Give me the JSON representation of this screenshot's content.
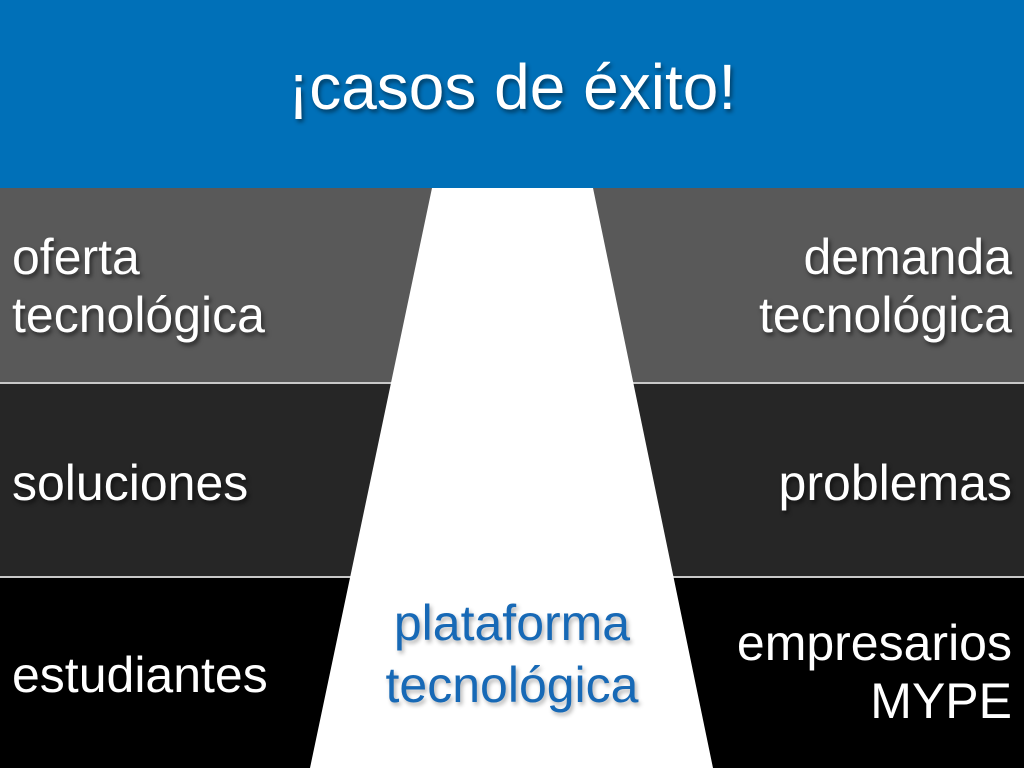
{
  "title": "¡casos de éxito!",
  "colors": {
    "header": "#0070b8",
    "row1": "#595959",
    "row2": "#262626",
    "row3": "#000000",
    "road": "#ffffff",
    "center_text": "#1769b6"
  },
  "rows": [
    {
      "left": "oferta\ntecnológica",
      "right": "demanda\ntecnológica"
    },
    {
      "left": "soluciones",
      "right": "problemas"
    },
    {
      "left": "estudiantes",
      "right": "empresarios\nMYPE"
    }
  ],
  "center": {
    "label": "plataforma tecnológica"
  }
}
